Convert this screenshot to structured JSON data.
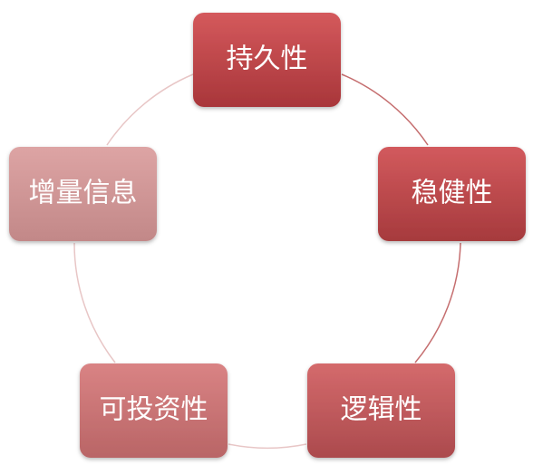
{
  "diagram": {
    "nodes": [
      {
        "id": "durability",
        "label": "持久性",
        "color_top": "#d4595c",
        "color_bottom": "#a8363a"
      },
      {
        "id": "robustness",
        "label": "稳健性",
        "color_top": "#d25a5d",
        "color_bottom": "#a63a3d"
      },
      {
        "id": "logic",
        "label": "逻辑性",
        "color_top": "#d46a6c",
        "color_bottom": "#ab4a4d"
      },
      {
        "id": "investability",
        "label": "可投资性",
        "color_top": "#d98384",
        "color_bottom": "#b96566"
      },
      {
        "id": "incremental-info",
        "label": "增量信息",
        "color_top": "#dda4a4",
        "color_bottom": "#c28888"
      }
    ],
    "colors": {
      "ring_warm": "#c56e6f",
      "ring_light": "#e8c6c6"
    }
  }
}
